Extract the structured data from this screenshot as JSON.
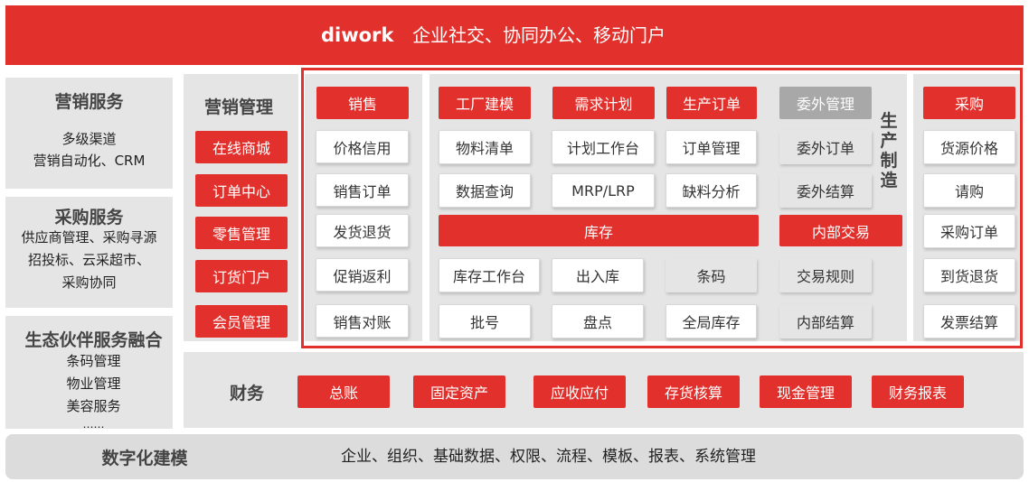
{
  "header": {
    "brand": "diwork",
    "tagline": "企业社交、协同办公、移动门户"
  },
  "services": {
    "marketing": {
      "title": "营销服务",
      "lines": [
        "多级渠道",
        "营销自动化、CRM"
      ]
    },
    "procurement": {
      "title": "采购服务",
      "lines": [
        "供应商管理、采购寻源",
        "招投标、云采超市、",
        "采购协同"
      ]
    },
    "ecosystem": {
      "title": "生态伙伴服务融合",
      "lines": [
        "条码管理",
        "物业管理",
        "美容服务",
        "……"
      ]
    }
  },
  "marketing_mgmt": {
    "title": "营销管理",
    "items": [
      "在线商城",
      "订单中心",
      "零售管理",
      "订货门户",
      "会员管理"
    ]
  },
  "sales": {
    "header": "销售",
    "items": [
      "价格信用",
      "销售订单",
      "发货退货",
      "促销返利",
      "销售对账"
    ]
  },
  "production": {
    "label": "生产制造",
    "header_factory": "工厂建模",
    "header_demand": "需求计划",
    "header_order": "生产订单",
    "header_outsource": "委外管理",
    "row1": [
      "物料清单",
      "计划工作台",
      "订单管理",
      "委外订单"
    ],
    "row2": [
      "数据查询",
      "MRP/LRP",
      "缺料分析",
      "委外结算"
    ],
    "inventory": "库存",
    "internal_trade": "内部交易",
    "row4": [
      "库存工作台",
      "出入库",
      "条码",
      "交易规则"
    ],
    "row5": [
      "批号",
      "盘点",
      "全局库存",
      "内部结算"
    ]
  },
  "purchase": {
    "header": "采购",
    "items": [
      "货源价格",
      "请购",
      "采购订单",
      "到货退货",
      "发票结算"
    ]
  },
  "finance": {
    "title": "财务",
    "items": [
      "总账",
      "固定资产",
      "应收应付",
      "存货核算",
      "现金管理",
      "财务报表"
    ]
  },
  "footer": {
    "title": "数字化建模",
    "text": "企业、组织、基础数据、权限、流程、模板、报表、系统管理"
  }
}
